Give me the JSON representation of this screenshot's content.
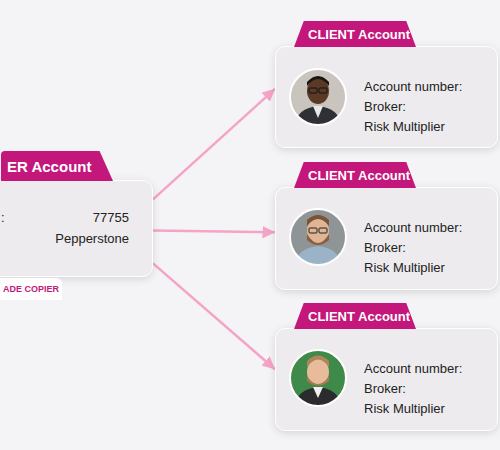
{
  "diagram": {
    "nodes": [
      {
        "text": [
          "ER Account",
          ":",
          "77755",
          "Pepperstone"
        ]
      },
      {
        "text": [
          "CLIENT Account",
          "Account number:",
          "Broker:",
          "Risk Multiplier"
        ]
      },
      {
        "text": [
          "CLIENT Account",
          "Account number:",
          "Broker:",
          "Risk Multiplier"
        ]
      },
      {
        "text": [
          "CLIENT Account",
          "Account number:",
          "Broker:",
          "Risk Multiplier"
        ]
      }
    ],
    "edges": [
      {
        "from": 0,
        "to": 1,
        "arrow": "to"
      },
      {
        "from": 0,
        "to": 2,
        "arrow": "to"
      },
      {
        "from": 0,
        "to": 3,
        "arrow": "to"
      }
    ],
    "labels": [
      "ADE COPIER"
    ]
  }
}
